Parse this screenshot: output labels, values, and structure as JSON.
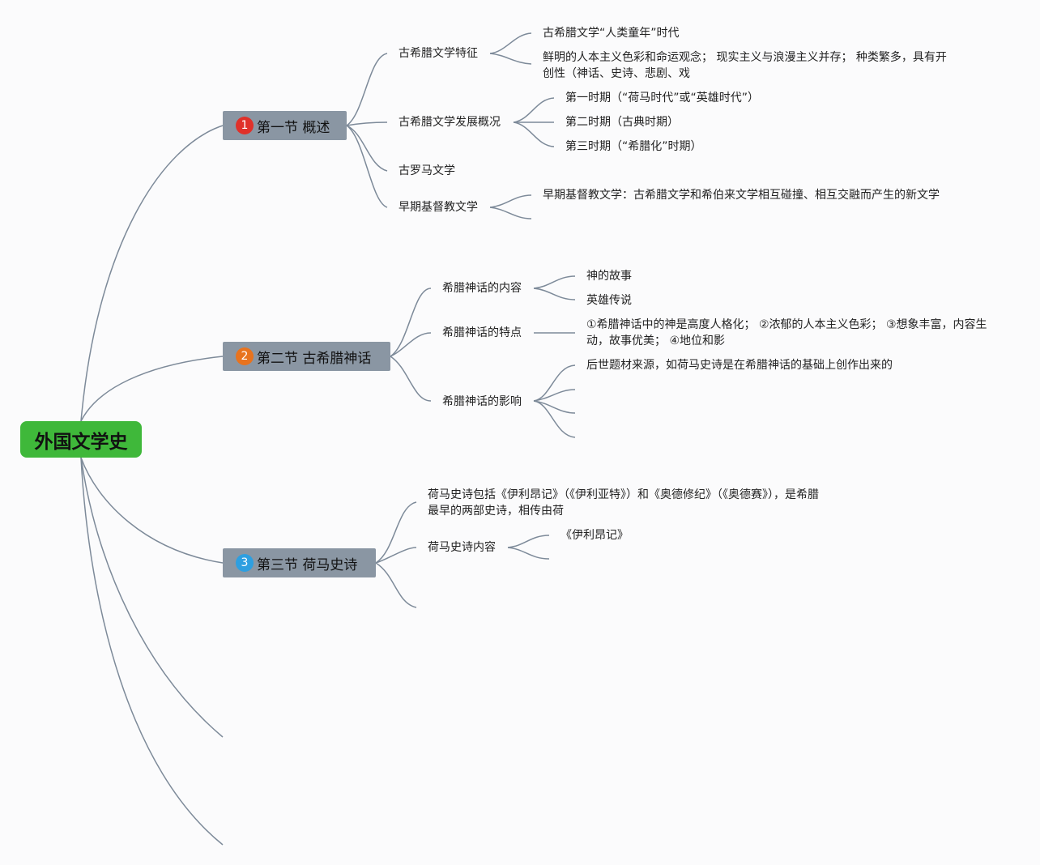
{
  "root": {
    "label": "外国文学史",
    "color": "#3fb83a"
  },
  "sections": [
    {
      "number": "1",
      "badge_color": "#e0312a",
      "title": "第一节 概述",
      "topics": [
        {
          "label": "古希腊文学特征",
          "items": [
            "古希腊文学“人类童年”时代",
            "鲜明的人本主义色彩和命运观念； 现实主义与浪漫主义并存； 种类繁多，具有开创性（神话、史诗、悲剧、戏"
          ]
        },
        {
          "label": "古希腊文学发展概况",
          "items": [
            "第一时期（“荷马时代”或“英雄时代”）",
            "第二时期（古典时期）",
            "第三时期（“希腊化”时期）"
          ]
        },
        {
          "label": "古罗马文学",
          "items": []
        },
        {
          "label": "早期基督教文学",
          "items": [
            "早期基督教文学：古希腊文学和希伯来文学相互碰撞、相互交融而产生的新文学"
          ]
        }
      ]
    },
    {
      "number": "2",
      "badge_color": "#e8731e",
      "title": "第二节 古希腊神话",
      "topics": [
        {
          "label": "希腊神话的内容",
          "items": [
            "神的故事",
            "英雄传说"
          ]
        },
        {
          "label": "希腊神话的特点",
          "items": [
            "①希腊神话中的神是高度人格化； ②浓郁的人本主义色彩； ③想象丰富，内容生动，故事优美； ④地位和影"
          ]
        },
        {
          "label": "希腊神话的影响",
          "items": [
            "后世题材来源，如荷马史诗是在希腊神话的基础上创作出来的"
          ]
        }
      ]
    },
    {
      "number": "3",
      "badge_color": "#2e9fe0",
      "title": "第三节 荷马史诗",
      "topics": [
        {
          "label": "荷马史诗包括《伊利昂记》（《伊利亚特》）和《奥德修纪》（《奥德赛》），是希腊最早的两部史诗，相传由荷",
          "items": []
        },
        {
          "label": "荷马史诗内容",
          "items": [
            "《伊利昂记》"
          ]
        }
      ]
    }
  ],
  "line_color": "#7d8a99"
}
